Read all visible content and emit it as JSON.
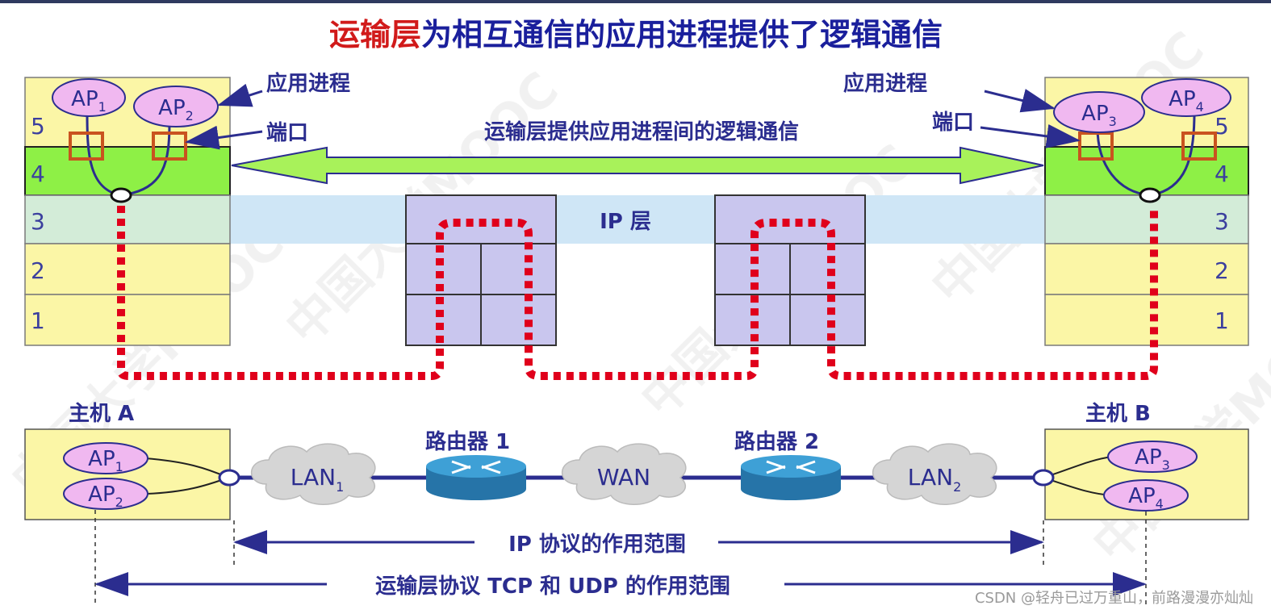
{
  "title": {
    "red": "运输层",
    "rest": "为相互通信的应用进程提供了逻辑通信"
  },
  "labels": {
    "app_process_left": "应用进程",
    "port_left": "端口",
    "app_process_right": "应用进程",
    "port_right": "端口",
    "logical_comm": "运输层提供应用进程间的逻辑通信",
    "ip_layer": "IP 层",
    "host_a": "主机 A",
    "host_b": "主机 B",
    "router1": "路由器 1",
    "router2": "路由器 2",
    "ip_scope": "IP 协议的作用范围",
    "transport_scope": "运输层协议 TCP 和 UDP 的作用范围"
  },
  "layers_left": [
    "5",
    "4",
    "3",
    "2",
    "1"
  ],
  "layers_right": [
    "5",
    "4",
    "3",
    "2",
    "1"
  ],
  "ap_top": [
    {
      "base": "AP",
      "sub": "1"
    },
    {
      "base": "AP",
      "sub": "2"
    },
    {
      "base": "AP",
      "sub": "3"
    },
    {
      "base": "AP",
      "sub": "4"
    }
  ],
  "ap_bottom": [
    {
      "base": "AP",
      "sub": "1"
    },
    {
      "base": "AP",
      "sub": "2"
    },
    {
      "base": "AP",
      "sub": "3"
    },
    {
      "base": "AP",
      "sub": "4"
    }
  ],
  "clouds": [
    {
      "base": "LAN",
      "sub": "1"
    },
    {
      "base": "WAN",
      "sub": ""
    },
    {
      "base": "LAN",
      "sub": "2"
    }
  ],
  "watermark": "中国大学MOOC",
  "footer": "CSDN @轻舟已过万重山，前路漫漫亦灿灿",
  "colors": {
    "layer_yellow": "#fbf6a6",
    "layer_green": "#8ef046",
    "ip_band": "#cfe6f6",
    "router_box": "#c9c6ee",
    "dotted_red": "#e0001b",
    "arrow_green": "#a8f25a",
    "ap_fill": "#f0b8f0",
    "router_blue": "#2f8fc4",
    "cloud_gray": "#d5d5d5",
    "navy": "#2b2d8f"
  }
}
